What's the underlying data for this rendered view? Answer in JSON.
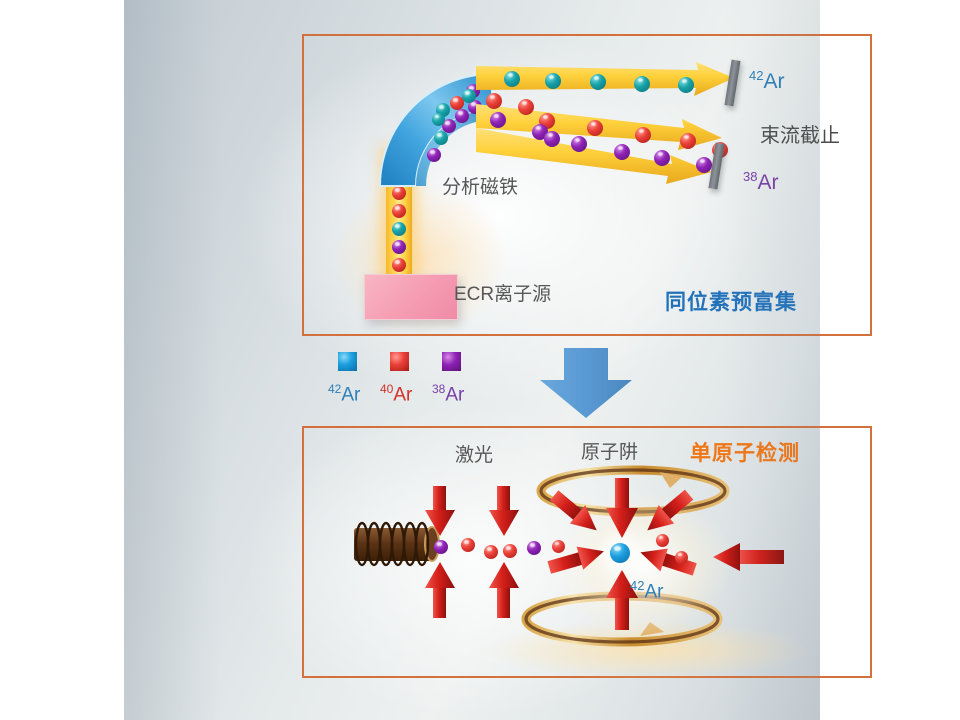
{
  "figure": {
    "background_color": "#dde3e6",
    "frame_color": "#d2713e"
  },
  "panels": {
    "top": {
      "name": "isotope pre-enrichment stage",
      "highlight_label": "同位素预富集",
      "highlight_color": "#2272bb",
      "labels": {
        "magnet": "分析磁铁",
        "ion_source": "ECR离子源",
        "beam_cutoff": "束流截止"
      },
      "isotope_outputs": [
        {
          "mass": "42",
          "element": "Ar",
          "color": "#2e7fb8",
          "state": "blocked"
        },
        {
          "mass": "38",
          "element": "Ar",
          "color": "#7a3fa8",
          "state": "blocked"
        }
      ]
    },
    "bottom": {
      "name": "single atom detection stage",
      "highlight_label": "单原子检测",
      "highlight_color": "#ef7718",
      "labels": {
        "laser": "激光",
        "atom_trap": "原子阱"
      },
      "trapped_atom": {
        "mass": "42",
        "element": "Ar",
        "color": "#2e7fb8"
      }
    }
  },
  "legend": {
    "items": [
      {
        "mass": "42",
        "element": "Ar",
        "sphere_color": "#1b9fe0",
        "text_color": "#2e7fb8"
      },
      {
        "mass": "40",
        "element": "Ar",
        "sphere_color": "#ea4038",
        "text_color": "#d6302a"
      },
      {
        "mass": "38",
        "element": "Ar",
        "sphere_color": "#8e22b5",
        "text_color": "#7a3fa8"
      }
    ]
  },
  "flow_arrow": {
    "direction": "down",
    "color": "#5b9bd5"
  },
  "chart_data": {
    "type": "diagram",
    "title": "Argon isotope pre-enrichment and single atom detection",
    "stages": [
      {
        "stage": "同位素预富集",
        "components": [
          "ECR离子源",
          "分析磁铁",
          "束流截止"
        ],
        "beams": [
          {
            "isotope": "42Ar",
            "sphere_color": "#17a2a8",
            "path": "upper",
            "stopped": true
          },
          {
            "isotope": "40Ar",
            "sphere_color": "#ea4038",
            "path": "middle",
            "stopped": false
          },
          {
            "isotope": "38Ar",
            "sphere_color": "#8e22b5",
            "path": "lower",
            "stopped": true
          }
        ]
      },
      {
        "stage": "单原子检测",
        "components": [
          "激光",
          "原子阱"
        ],
        "trapped": "42Ar",
        "laser_beam_count": 6
      }
    ]
  }
}
